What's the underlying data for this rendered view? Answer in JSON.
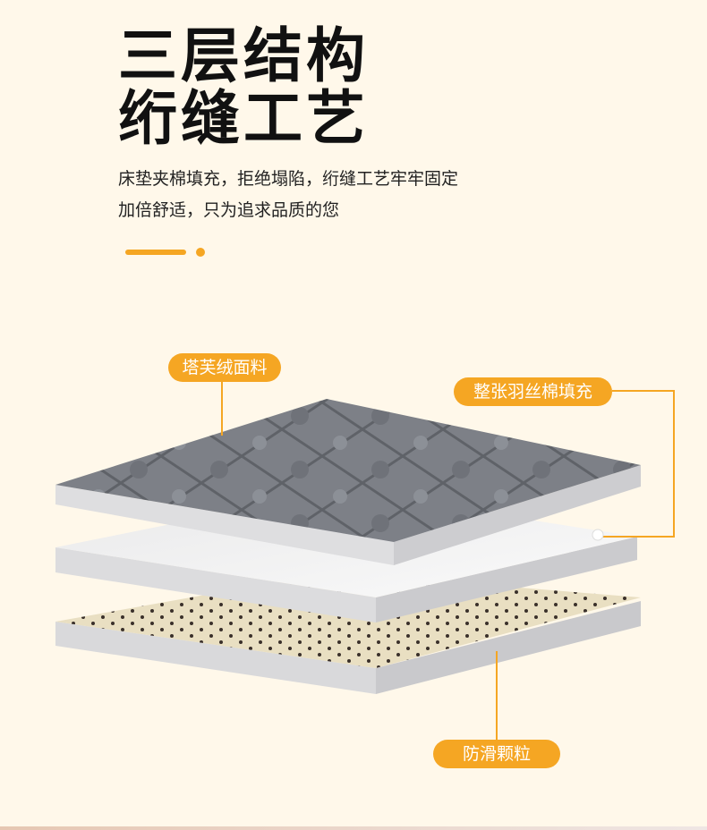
{
  "heading": {
    "line1": "三层结构",
    "line2": "绗缝工艺"
  },
  "description": {
    "line1": "床垫夹棉填充，拒绝塌陷，绗缝工艺牢牢固定",
    "line2": "加倍舒适，只为追求品质的您"
  },
  "labels": {
    "top_layer": "塔芙绒面料",
    "middle_layer": "整张羽丝棉填充",
    "bottom_layer": "防滑颗粒"
  },
  "colors": {
    "accent": "#f5a623",
    "background": "#fff8ea"
  }
}
